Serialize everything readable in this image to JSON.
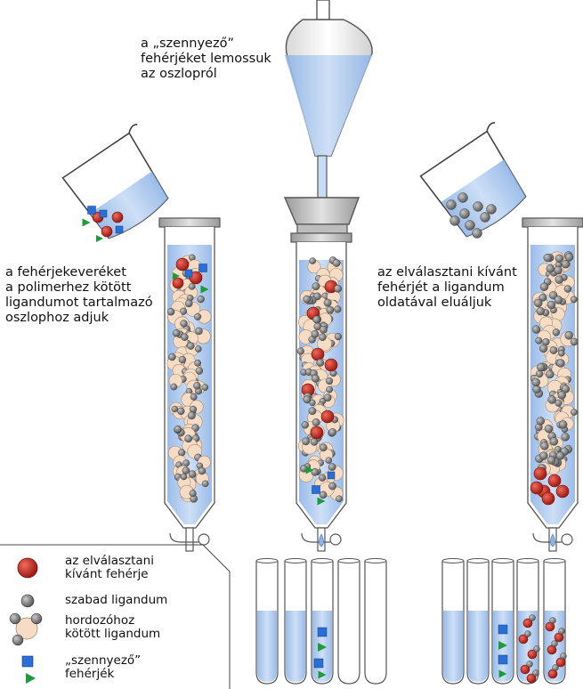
{
  "captions": {
    "step1": "a fehérjekeveréket\na polimerhez kötött\nligandumot tartalmazó\noszlophoz adjuk",
    "step2": "a „szennyező”\nfehérjéket lemossuk\naz oszlopról",
    "step3": "az elválasztani kívánt\nfehérjét a ligandum\noldatával eluáljuk"
  },
  "legend": {
    "target_protein": "az elválasztani\nkívánt fehérje",
    "free_ligand": "szabad ligandum",
    "bound_ligand": "hordozóhoz\nkötött ligandum",
    "contaminants": "„szennyező”\nfehérjék"
  },
  "colors": {
    "liquid": "#aac8ee",
    "bead": "#f6dcc4",
    "ligand": "#8a8a8a",
    "target": "#c8281e",
    "contaminant_square": "#2a6fd6",
    "contaminant_triangle": "#1f9a3a"
  }
}
